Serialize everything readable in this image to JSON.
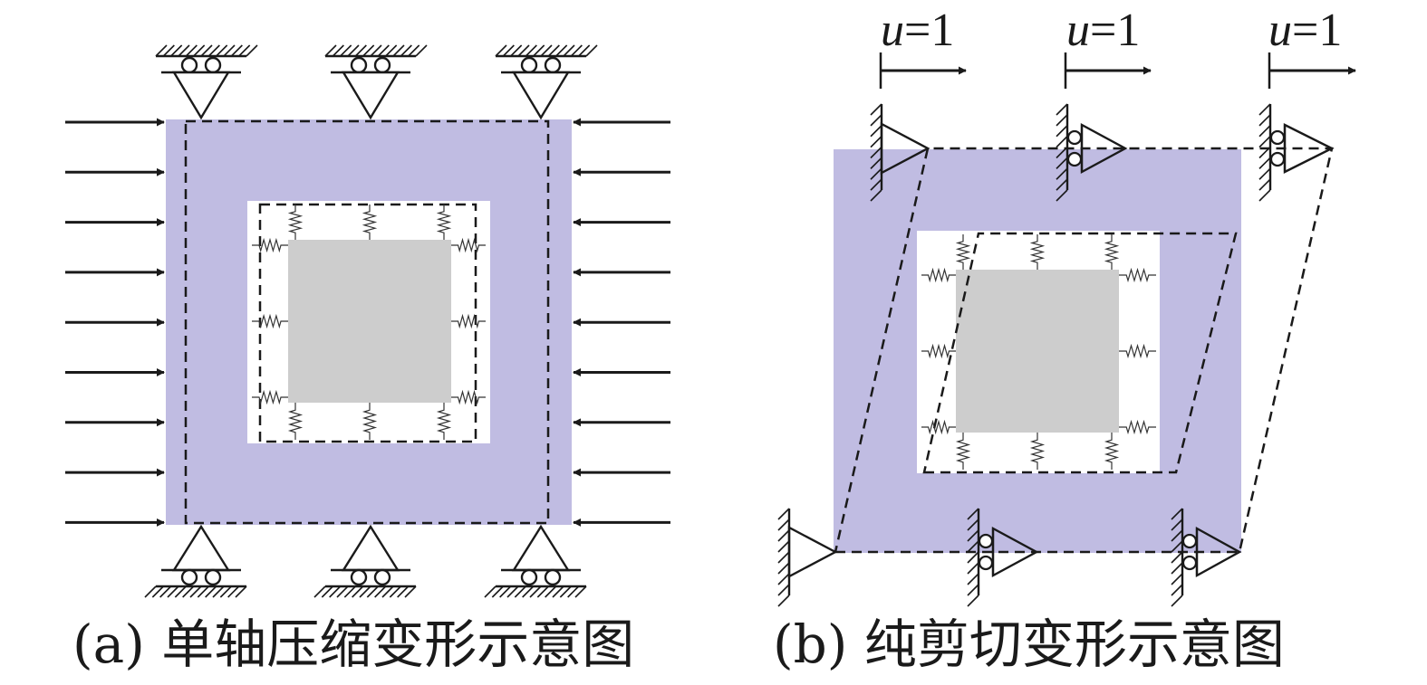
{
  "panel_a": {
    "caption": "(a) 单轴压缩变形示意图"
  },
  "panel_b": {
    "caption": "(b) 纯剪切变形示意图",
    "displacements": [
      {
        "var": "u",
        "eq": "=1"
      },
      {
        "var": "u",
        "eq": "=1"
      },
      {
        "var": "u",
        "eq": "=1"
      }
    ]
  },
  "colors": {
    "outer_block": "#c0bce2",
    "inclusion": "#cdcdcd",
    "line": "#1a1a1a"
  }
}
